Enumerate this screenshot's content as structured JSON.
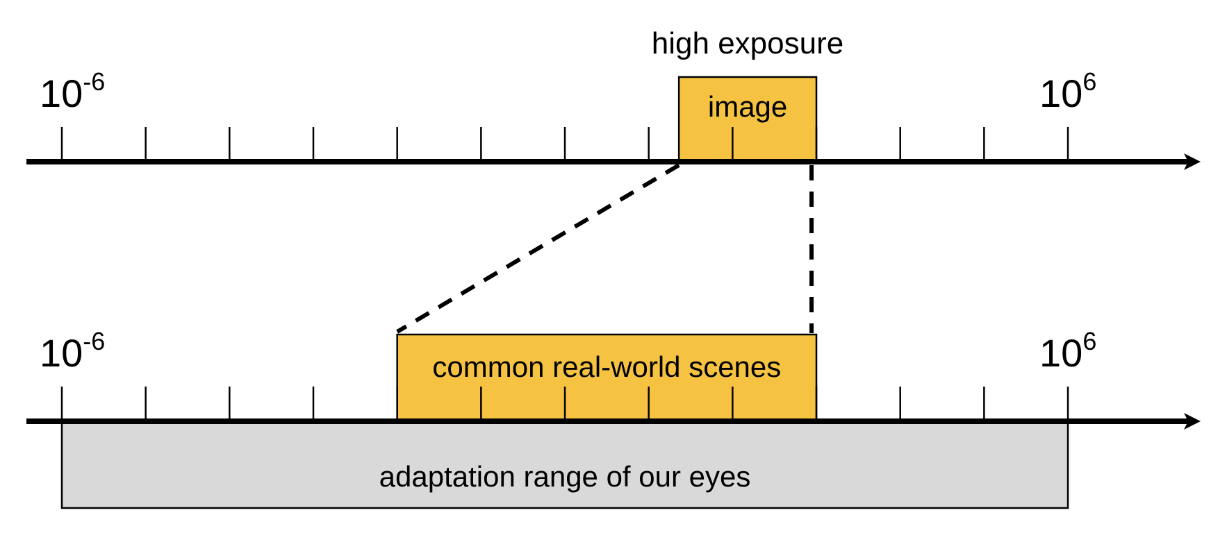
{
  "diagram": {
    "title": "Luminance dynamic range comparison",
    "colors": {
      "highlight": "#F5C242",
      "range": "#D9D9D9",
      "stroke": "#000000"
    },
    "top_axis": {
      "name": "image-exposure-axis",
      "min_exponent": -6,
      "max_exponent": 6,
      "min_label": {
        "base": "10",
        "exponent": "-6"
      },
      "max_label": {
        "base": "10",
        "exponent": "6"
      },
      "caption": "high exposure",
      "box": {
        "label": "image",
        "from_exponent": 1.36,
        "to_exponent": 3.0
      }
    },
    "bottom_axis": {
      "name": "real-world-luminance-axis",
      "min_exponent": -6,
      "max_exponent": 6,
      "min_label": {
        "base": "10",
        "exponent": "-6"
      },
      "max_label": {
        "base": "10",
        "exponent": "6"
      },
      "box": {
        "label": "common real-world scenes",
        "from_exponent": -2,
        "to_exponent": 3
      },
      "range_box": {
        "label": "adaptation range of our eyes",
        "from_exponent": -6,
        "to_exponent": 6
      }
    },
    "mapping_lines": [
      {
        "from": "image.left",
        "to": "scenes.left",
        "style": "dashed"
      },
      {
        "from": "image.right",
        "to": "scenes.right",
        "style": "dashed"
      }
    ]
  }
}
